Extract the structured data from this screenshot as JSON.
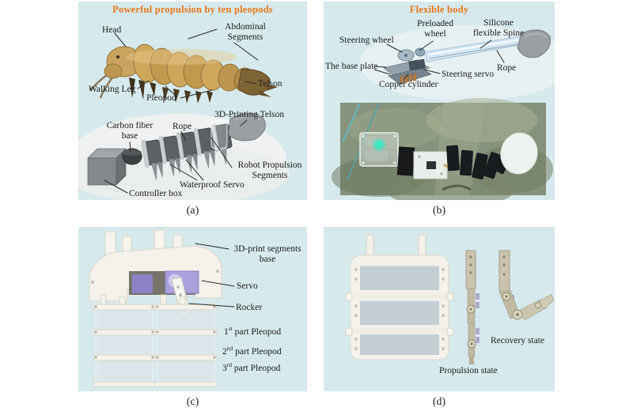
{
  "colors": {
    "panel_bg": "#d6e9ec",
    "title_orange": "#e8791d",
    "label_text": "#1c1c1c",
    "servo_purple": "#a9a0dc",
    "led_green": "#3ee2c0",
    "telson_gray": "#999fa3"
  },
  "panels": {
    "a": {
      "title": "Powerful propulsion by ten pleopods",
      "caption": "(a)",
      "labels": {
        "head": "Head",
        "abdominal1": "Abdominal",
        "abdominal2": "Segments",
        "walking_leg": "Walking Leg",
        "pleopod": "Pleopod",
        "telson": "Telson",
        "printing_telson": "3D-Printing Telson",
        "carbon_fiber1": "Carbon fiber",
        "carbon_fiber2": "base",
        "rope": "Rope",
        "propulsion1": "Robot Propulsion",
        "propulsion2": "Segments",
        "waterproof_servo": "Waterproof Servo",
        "controller_box": "Controller box"
      }
    },
    "b": {
      "title": "Flexible body",
      "caption": "(b)",
      "labels": {
        "steering_wheel": "Steering wheel",
        "preloaded1": "Preloaded",
        "preloaded2": "wheel",
        "silicone1": "Silicone",
        "silicone2": "flexible Spine",
        "base_plate": "The base plate",
        "steering_servo": "Steering servo",
        "rope": "Rope",
        "copper_cylinder": "Copper cylinder"
      }
    },
    "c": {
      "caption": "(c)",
      "labels": {
        "segments_base1": "3D-print segments",
        "segments_base2": "base",
        "servo": "Servo",
        "rocker": "Rocker",
        "parts": [
          {
            "num": "1",
            "sup": "st",
            "rest": " part Pleopod"
          },
          {
            "num": "2",
            "sup": "nd",
            "rest": " part Pleopod"
          },
          {
            "num": "3",
            "sup": "rd",
            "rest": " part Pleopod"
          }
        ]
      }
    },
    "d": {
      "caption": "(d)",
      "labels": {
        "propulsion_state": "Propulsion state",
        "recovery_state": "Recovery state"
      }
    }
  }
}
